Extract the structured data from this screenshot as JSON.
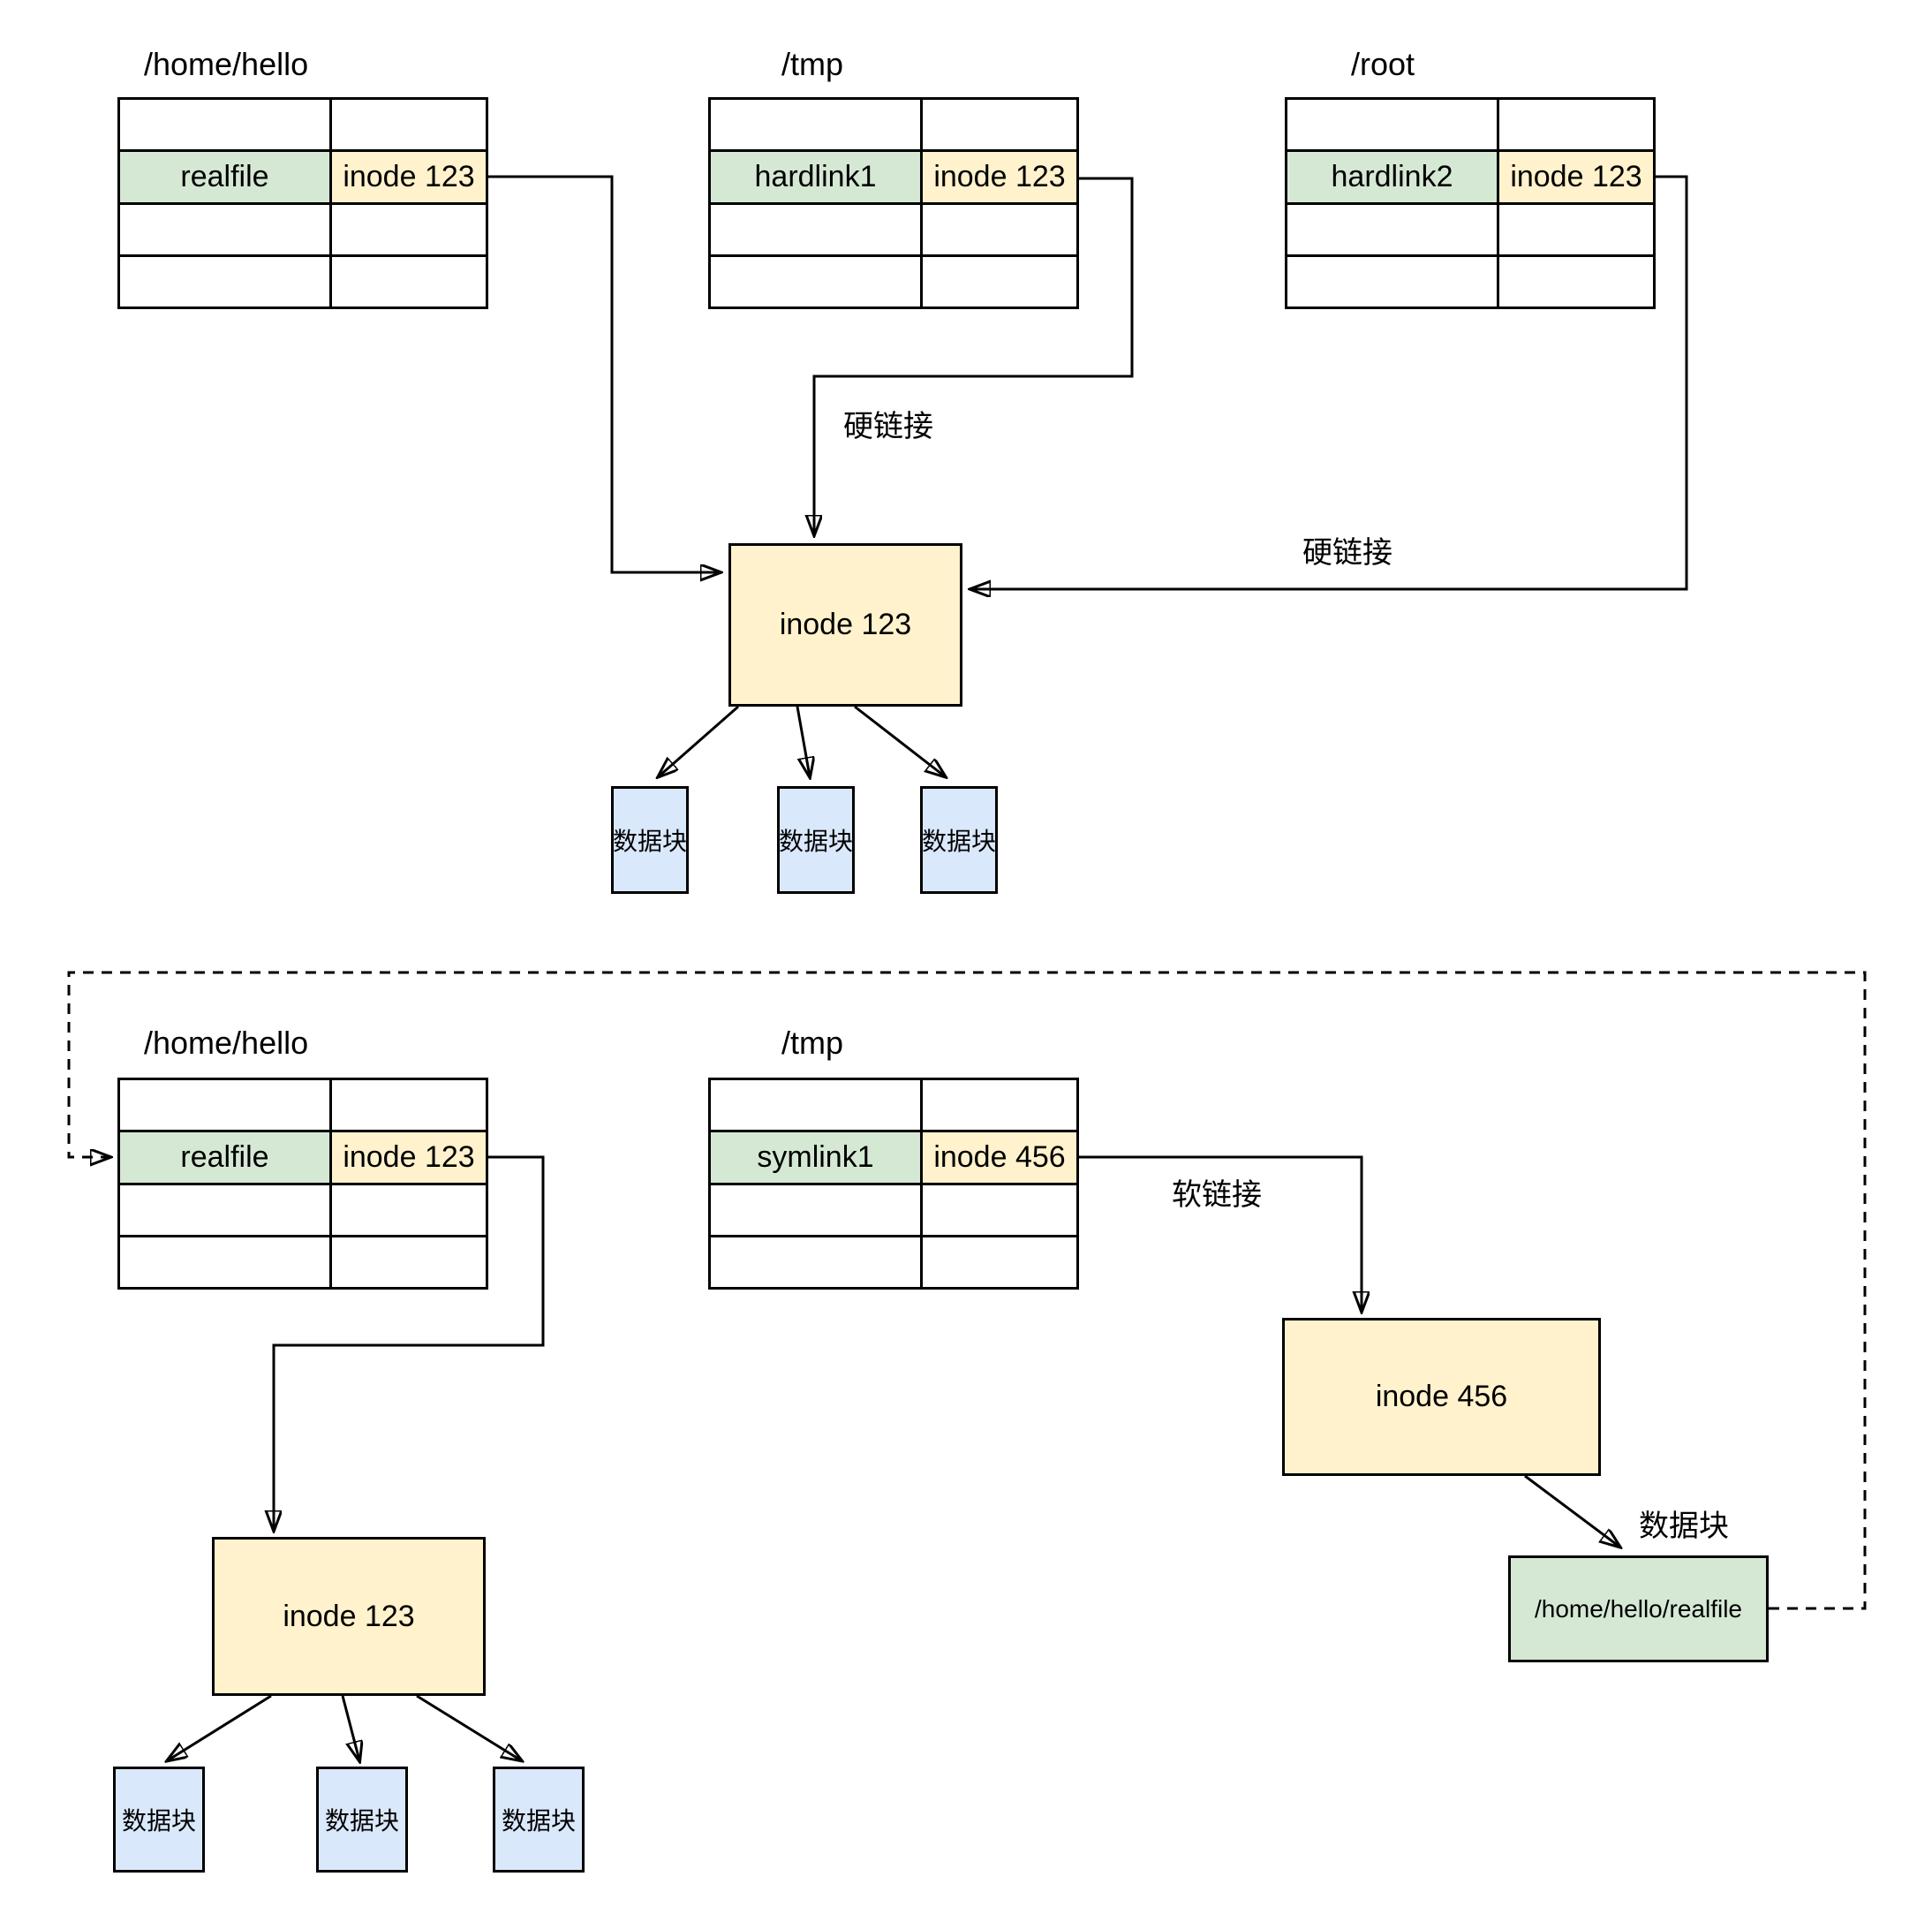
{
  "colors": {
    "green": "#d5e8d4",
    "yellow": "#fff2cc",
    "blue": "#dae8fc",
    "line": "#000000",
    "background": "#ffffff"
  },
  "top_section": {
    "tables": [
      {
        "title": "/home/hello",
        "entry": {
          "name": "realfile",
          "inode": "inode 123"
        }
      },
      {
        "title": "/tmp",
        "entry": {
          "name": "hardlink1",
          "inode": "inode 123"
        }
      },
      {
        "title": "/root",
        "entry": {
          "name": "hardlink2",
          "inode": "inode 123"
        }
      }
    ],
    "inode_box_label": "inode 123",
    "hardlink_label_1": "硬链接",
    "hardlink_label_2": "硬链接",
    "data_blocks": [
      "数据块",
      "数据块",
      "数据块"
    ]
  },
  "bottom_section": {
    "tables": [
      {
        "title": "/home/hello",
        "entry": {
          "name": "realfile",
          "inode": "inode 123"
        }
      },
      {
        "title": "/tmp",
        "entry": {
          "name": "symlink1",
          "inode": "inode 456"
        }
      }
    ],
    "inode123_box_label": "inode 123",
    "inode456_box_label": "inode 456",
    "softlink_label": "软链接",
    "datablock_label": "数据块",
    "realfile_path_box": "/home/hello/realfile",
    "data_blocks": [
      "数据块",
      "数据块",
      "数据块"
    ]
  }
}
